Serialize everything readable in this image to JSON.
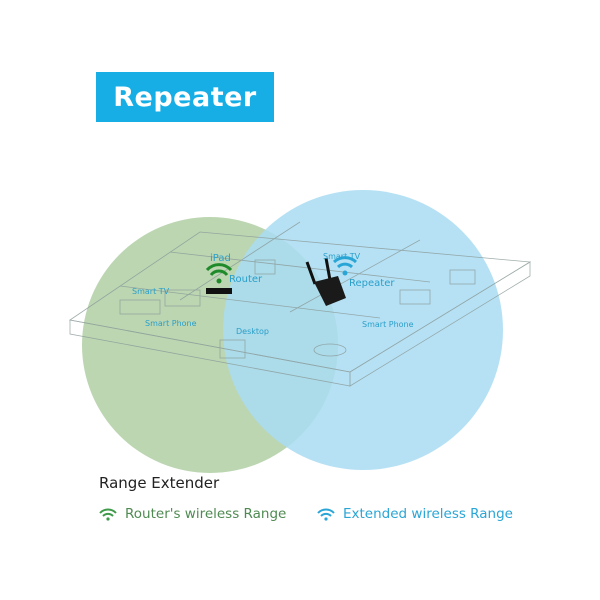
{
  "title": "Repeater",
  "scene_labels": {
    "router": "Router",
    "repeater": "Repeater",
    "ipad": "iPad",
    "smart_tv_left": "Smart TV",
    "smart_phone_left": "Smart Phone",
    "desktop": "Desktop",
    "smart_tv_right": "Smart TV",
    "smart_phone_right": "Smart Phone"
  },
  "legend": {
    "title": "Range Extender",
    "items": [
      {
        "label": "Router's wireless Range",
        "icon": "wifi-icon",
        "color": "#3f9a4a"
      },
      {
        "label": "Extended wireless Range",
        "icon": "wifi-icon",
        "color": "#2aa6d6"
      }
    ]
  },
  "colors": {
    "badge": "#17aee6",
    "router_range": "#b7d3ae",
    "extended_range": "#a9dcf2"
  }
}
